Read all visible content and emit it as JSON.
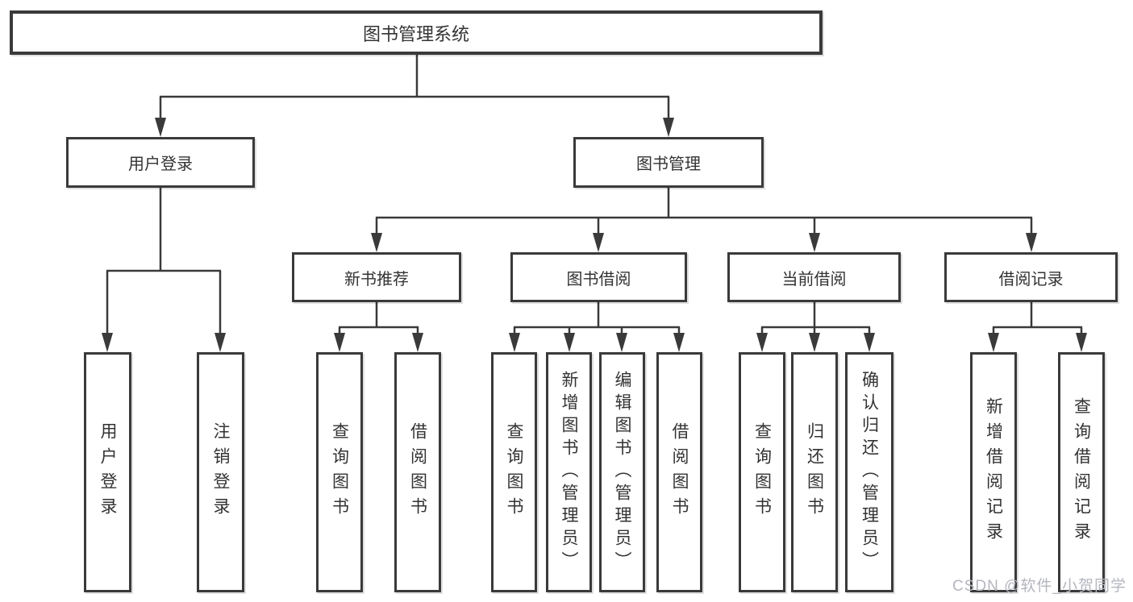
{
  "diagram": {
    "title": "图书管理系统",
    "root": {
      "label": "图书管理系统"
    },
    "level2": [
      {
        "id": "user-login",
        "label": "用户登录"
      },
      {
        "id": "book-management",
        "label": "图书管理"
      }
    ],
    "level3": [
      {
        "id": "new-book-recommend",
        "label": "新书推荐",
        "parent": "图书管理"
      },
      {
        "id": "book-borrow",
        "label": "图书借阅",
        "parent": "图书管理"
      },
      {
        "id": "current-borrow",
        "label": "当前借阅",
        "parent": "图书管理"
      },
      {
        "id": "borrow-record",
        "label": "借阅记录",
        "parent": "图书管理"
      }
    ],
    "leaves": [
      {
        "label": "用户登录",
        "parent": "用户登录"
      },
      {
        "label": "注销登录",
        "parent": "用户登录"
      },
      {
        "label": "查询图书",
        "parent": "新书推荐"
      },
      {
        "label": "借阅图书",
        "parent": "新书推荐"
      },
      {
        "label": "查询图书",
        "parent": "图书借阅"
      },
      {
        "label": "新增图书（管理员）",
        "parent": "图书借阅"
      },
      {
        "label": "编辑图书（管理员）",
        "parent": "图书借阅"
      },
      {
        "label": "借阅图书",
        "parent": "图书借阅"
      },
      {
        "label": "查询图书",
        "parent": "当前借阅"
      },
      {
        "label": "归还图书",
        "parent": "当前借阅"
      },
      {
        "label": "确认归还（管理员）",
        "parent": "当前借阅"
      },
      {
        "label": "新增借阅记录",
        "parent": "借阅记录"
      },
      {
        "label": "查询借阅记录",
        "parent": "借阅记录"
      }
    ]
  },
  "watermark": "CSDN @软件_小贺同学",
  "colors": {
    "line": "#3a3a3a",
    "text": "#333333",
    "watermark": "#b4b6be",
    "background": "#ffffff"
  }
}
